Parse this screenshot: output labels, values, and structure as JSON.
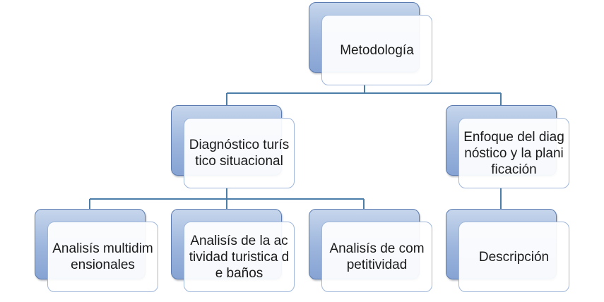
{
  "colors": {
    "connector": "#4a7ea8",
    "box_back_top": "#c6d6ec",
    "box_back_bottom": "#86a3d3",
    "box_front": "#ffffff",
    "text": "#1a1a1a"
  },
  "nodes": {
    "root": {
      "label": "Metodología"
    },
    "diagnostico": {
      "label": "Diagnóstico turístico situacional"
    },
    "enfoque": {
      "label": "Enfoque del diagnóstico y la planificación"
    },
    "multidimensionales": {
      "label": "Analisís multidimensionales"
    },
    "actividad": {
      "label": "Analisís de la actividad turistica de baños"
    },
    "competitividad": {
      "label": "Analisís de competitividad"
    },
    "descripcion": {
      "label": "Descripción"
    }
  }
}
